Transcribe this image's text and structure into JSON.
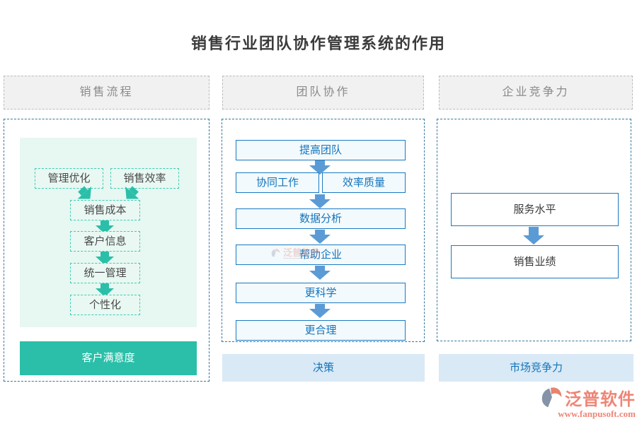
{
  "title": "销售行业团队协作管理系统的作用",
  "columns": {
    "sales": {
      "header": "销售流程",
      "inputs": [
        "管理优化",
        "销售效率"
      ],
      "chain": [
        "销售成本",
        "客户信息",
        "统一管理",
        "个性化"
      ],
      "result": "客户满意度"
    },
    "team": {
      "header": "团队协作",
      "top": "提高团队",
      "pair": [
        "协同工作",
        "效率质量"
      ],
      "chain": [
        "数据分析",
        "帮助企业",
        "更科学",
        "更合理"
      ],
      "result": "决策"
    },
    "enterprise": {
      "header": "企业竞争力",
      "chain": [
        "服务水平",
        "销售业绩"
      ],
      "result": "市场竞争力"
    }
  },
  "watermark": {
    "name": "泛普软件"
  },
  "brand": {
    "name": "泛普软件",
    "site": "www.fanpusoft.com"
  },
  "colors": {
    "teal": "#2bbfa9",
    "teal_dash_border": "#3fccb5",
    "panel_green": "#e7f7f1",
    "blue_border": "#1b79c0",
    "blue_text": "#1274bc",
    "arrow_blue": "#5b9bd5",
    "bar_bg": "#d9e9f6",
    "column_dash_border": "#35779f",
    "header_bg": "#f1f1f1",
    "header_text": "#8b8b8b",
    "brand_coral": "#ee8576"
  }
}
